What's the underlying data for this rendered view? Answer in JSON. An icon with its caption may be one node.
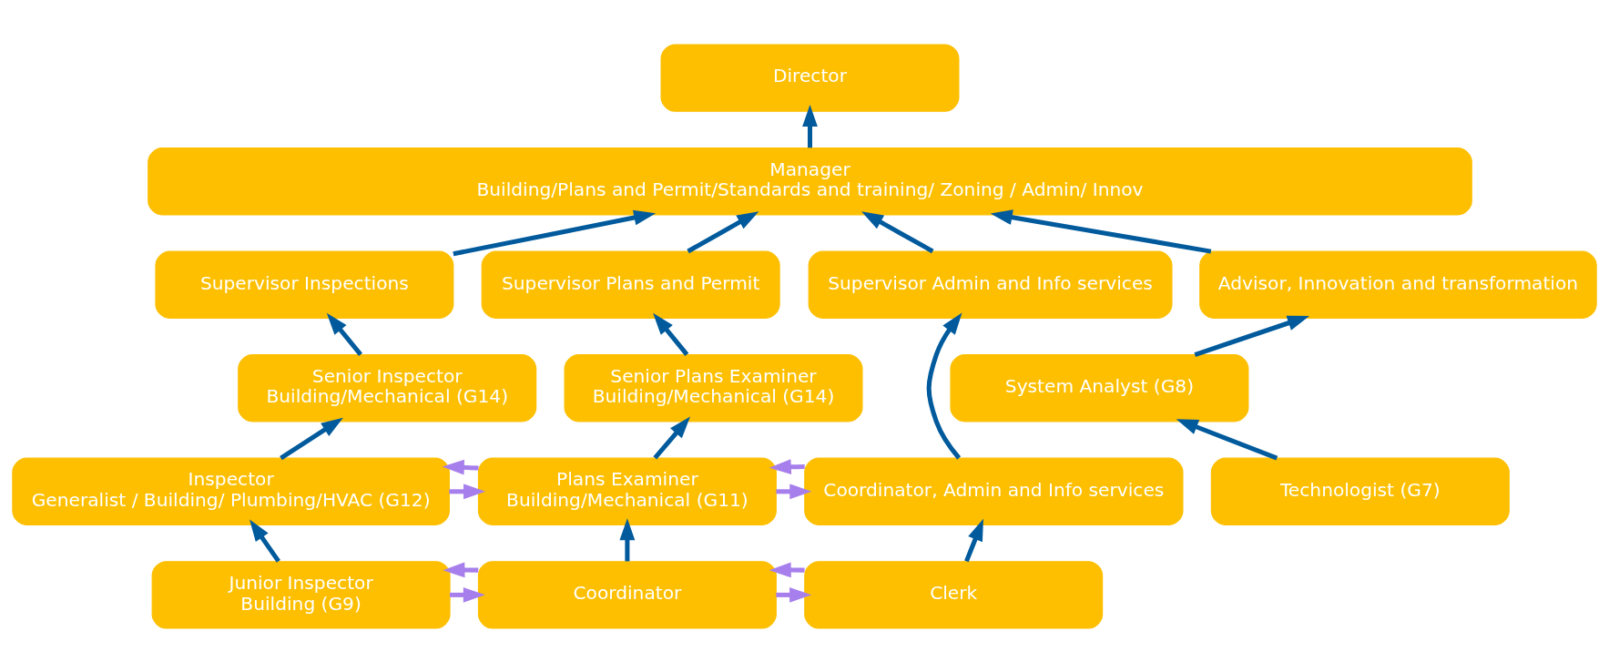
{
  "diagram": {
    "nodes": [
      {
        "text": [
          "Director"
        ]
      },
      {
        "text": [
          "Manager",
          "Building/Plans and Permit/Standards and training/ Zoning / Admin/ Innov"
        ]
      },
      {
        "text": [
          "Supervisor Inspections"
        ]
      },
      {
        "text": [
          "Supervisor Plans and Permit"
        ]
      },
      {
        "text": [
          "Supervisor Admin and Info services"
        ]
      },
      {
        "text": [
          "Advisor, Innovation and transformation"
        ]
      },
      {
        "text": [
          "Senior Inspector",
          "Building/Mechanical (G14)"
        ]
      },
      {
        "text": [
          "Senior Plans Examiner",
          "Building/Mechanical (G14)"
        ]
      },
      {
        "text": [
          "System Analyst (G8)"
        ]
      },
      {
        "text": [
          "Inspector",
          "Generalist / Building/ Plumbing/HVAC (G12)"
        ]
      },
      {
        "text": [
          "Plans Examiner",
          "Building/Mechanical (G11)"
        ]
      },
      {
        "text": [
          "Coordinator, Admin and Info services"
        ]
      },
      {
        "text": [
          "Technologist (G7)"
        ]
      },
      {
        "text": [
          "Junior Inspector",
          "Building (G9)"
        ]
      },
      {
        "text": [
          "Coordinator"
        ]
      },
      {
        "text": [
          "Clerk"
        ]
      }
    ],
    "edges": [
      {
        "from": 1,
        "to": 0,
        "arrow": "to"
      },
      {
        "from": 2,
        "to": 1,
        "arrow": "to"
      },
      {
        "from": 3,
        "to": 1,
        "arrow": "to"
      },
      {
        "from": 4,
        "to": 1,
        "arrow": "to"
      },
      {
        "from": 5,
        "to": 1,
        "arrow": "to"
      },
      {
        "from": 6,
        "to": 2,
        "arrow": "to"
      },
      {
        "from": 7,
        "to": 3,
        "arrow": "to"
      },
      {
        "from": 11,
        "to": 4,
        "arrow": "to"
      },
      {
        "from": 8,
        "to": 5,
        "arrow": "to"
      },
      {
        "from": 9,
        "to": 6,
        "arrow": "to"
      },
      {
        "from": 10,
        "to": 7,
        "arrow": "to"
      },
      {
        "from": 12,
        "to": 8,
        "arrow": "to"
      },
      {
        "from": 13,
        "to": 9,
        "arrow": "to"
      },
      {
        "from": 14,
        "to": 10,
        "arrow": "to"
      },
      {
        "from": 15,
        "to": 11,
        "arrow": "to"
      },
      {
        "from": 9,
        "to": 10,
        "arrow": "to",
        "color": "#a77fec"
      },
      {
        "from": 10,
        "to": 9,
        "arrow": "to",
        "color": "#a77fec"
      },
      {
        "from": 10,
        "to": 11,
        "arrow": "to",
        "color": "#a77fec"
      },
      {
        "from": 11,
        "to": 10,
        "arrow": "to",
        "color": "#a77fec"
      },
      {
        "from": 13,
        "to": 14,
        "arrow": "to",
        "color": "#a77fec"
      },
      {
        "from": 14,
        "to": 13,
        "arrow": "to",
        "color": "#a77fec"
      },
      {
        "from": 14,
        "to": 15,
        "arrow": "to",
        "color": "#a77fec"
      },
      {
        "from": 15,
        "to": 14,
        "arrow": "to",
        "color": "#a77fec"
      }
    ]
  }
}
